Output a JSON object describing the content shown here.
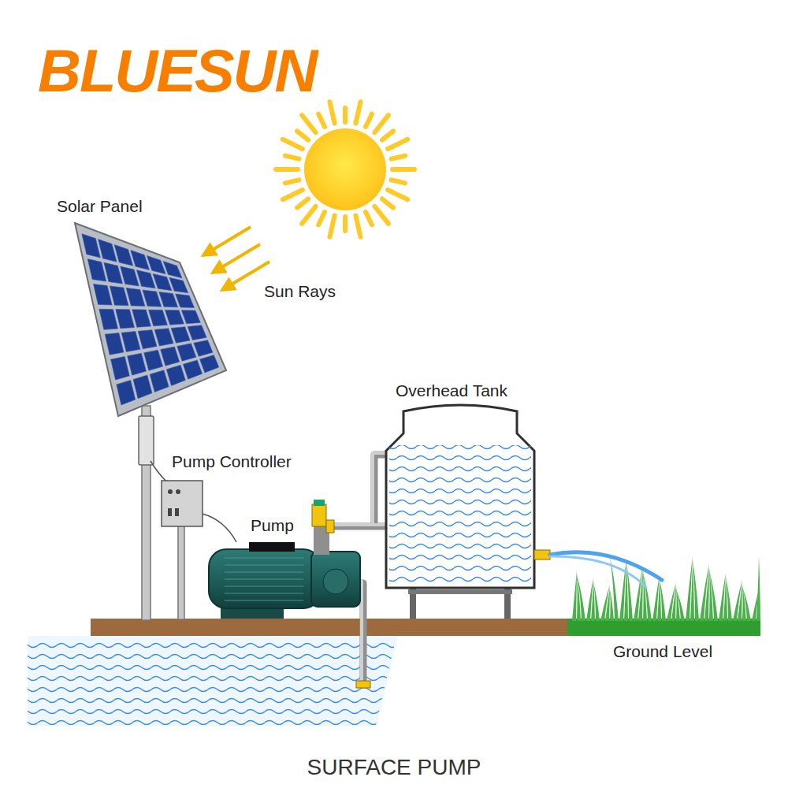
{
  "diagram": {
    "caption": "SURFACE PUMP",
    "labels": [
      "BLUESUN",
      "Solar Panel",
      "Sun Rays",
      "Pump Controller",
      "Pump",
      "Overhead Tank",
      "Ground Level"
    ]
  }
}
